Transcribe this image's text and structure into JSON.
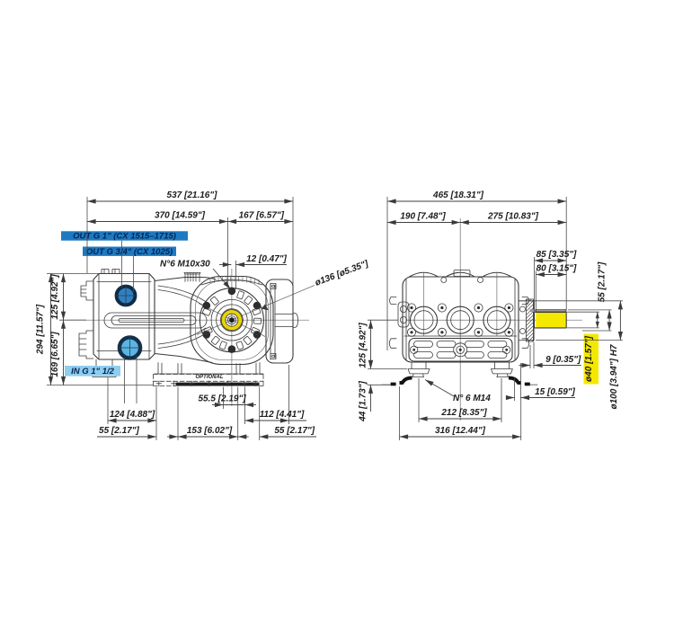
{
  "drawing": {
    "type": "technical-dimensional-drawing",
    "colors": {
      "line": "#3a3a3a",
      "highlight_blue": "#1d7ac2",
      "highlight_light_blue": "#8ecdee",
      "port_out_fill": "#2e80c2",
      "port_in_fill": "#58b5e4",
      "port_ring": "#0e2b47",
      "highlight_yellow": "#f5e800",
      "hub_yellow": "#e8d40a"
    },
    "left_view": {
      "labels": {
        "outlet1": "OUT G 1\" (CX 1515–1715)",
        "outlet2": "OUT G 3/4\" (CX 1025)",
        "inlet": "IN G 1\" 1/2",
        "studs": "N°6 M10x30",
        "optional": "OPTIONAL"
      },
      "dims": {
        "overall_length": "537 [21.16\"]",
        "front_to_flange": "370 [14.59\"]",
        "flange_to_rear": "167 [6.57\"]",
        "stud_protrusion": "12 [0.47\"]",
        "flange_diameter": "ø136 [ø5.35\"]",
        "overall_height": "294 [11.57\"]",
        "top_to_center": "125 [4.92\"]",
        "center_to_base": "169 [6.65\"]",
        "base_slot": "55.5 [2.19\"]",
        "base_left": "124 [4.88\"]",
        "base_right": "112 [4.41\"]",
        "feet_left": "55 [2.17\"]",
        "feet_middle": "153 [6.02\"]",
        "feet_right": "55 [2.17\"]"
      }
    },
    "right_view": {
      "labels": {
        "feet_studs": "N° 6 M14"
      },
      "dims": {
        "overall_width": "465 [18.31\"]",
        "left_of_center": "190 [7.48\"]",
        "center_to_shaft_end": "275 [10.83\"]",
        "shaft_length": "85 [3.35\"]",
        "key_length": "80 [3.15\"]",
        "key_top_ref": "55 [2.17\"]",
        "shaft_diameter": "ø40 [1.57\"]",
        "spigot_diameter": "ø100 [3.94\"] H7",
        "cover_to_shaft": "9 [0.35\"]",
        "foot_to_face": "15 [0.59\"]",
        "center_to_mount": "125 [4.92\"]",
        "mount_height": "44 [1.73\"]",
        "stud_spacing": "212 [8.35\"]",
        "feet_span": "316 [12.44\"]"
      }
    }
  }
}
